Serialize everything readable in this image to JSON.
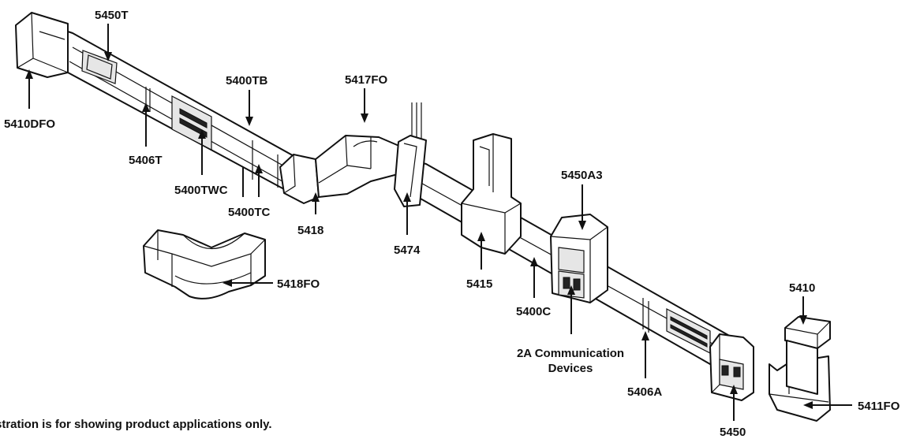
{
  "labels": {
    "p5450T": "5450T",
    "p5410DFO": "5410DFO",
    "p5400TB": "5400TB",
    "p5417FO": "5417FO",
    "p5406T": "5406T",
    "p5400TWC": "5400TWC",
    "p5400TC": "5400TC",
    "p5418": "5418",
    "p5474": "5474",
    "p5418FO": "5418FO",
    "p5450A3": "5450A3",
    "p5415": "5415",
    "p5400C": "5400C",
    "comm_line1": "2A Communication",
    "comm_line2": "Devices",
    "p5406A": "5406A",
    "p5410": "5410",
    "p5411FO": "5411FO",
    "p5450": "5450"
  },
  "footnote": "stration is for showing product applications only."
}
